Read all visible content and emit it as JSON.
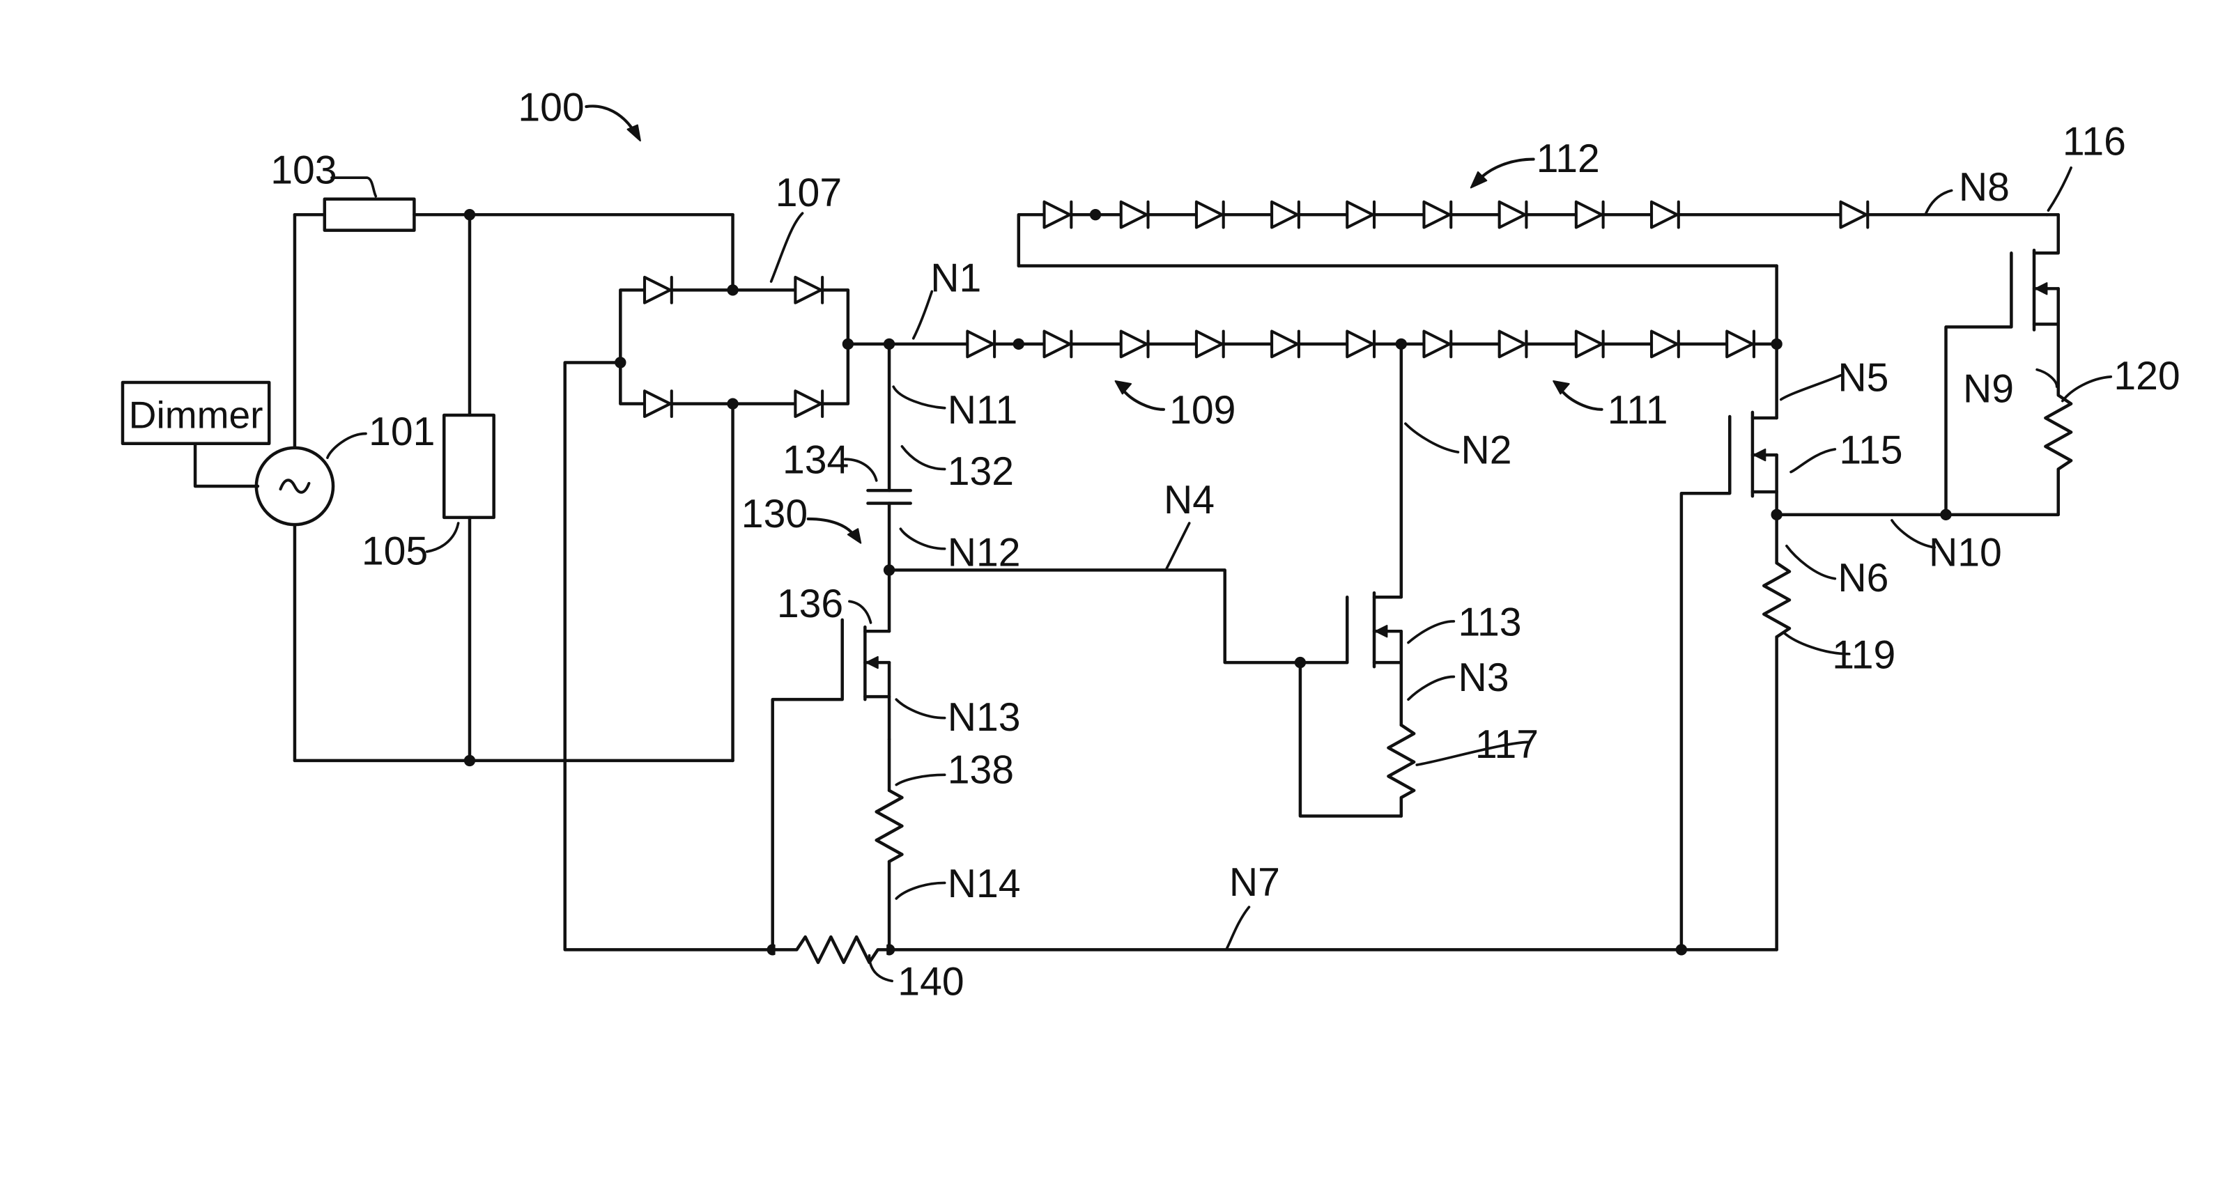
{
  "figure_ref": "100",
  "dimmer_label": "Dimmer",
  "labels": {
    "r101": "101",
    "r103": "103",
    "r105": "105",
    "r107": "107",
    "r109": "109",
    "r111": "111",
    "r112": "112",
    "r113": "113",
    "r115": "115",
    "r116": "116",
    "r117": "117",
    "r119": "119",
    "r120": "120",
    "r130": "130",
    "r132": "132",
    "r134": "134",
    "r136": "136",
    "r138": "138",
    "r140": "140"
  },
  "nodes": {
    "N1": "N1",
    "N2": "N2",
    "N3": "N3",
    "N4": "N4",
    "N5": "N5",
    "N6": "N6",
    "N7": "N7",
    "N8": "N8",
    "N9": "N9",
    "N10": "N10",
    "N11": "N11",
    "N12": "N12",
    "N13": "N13",
    "N14": "N14"
  },
  "colors": {
    "ink": "#111111",
    "background": "#ffffff"
  }
}
